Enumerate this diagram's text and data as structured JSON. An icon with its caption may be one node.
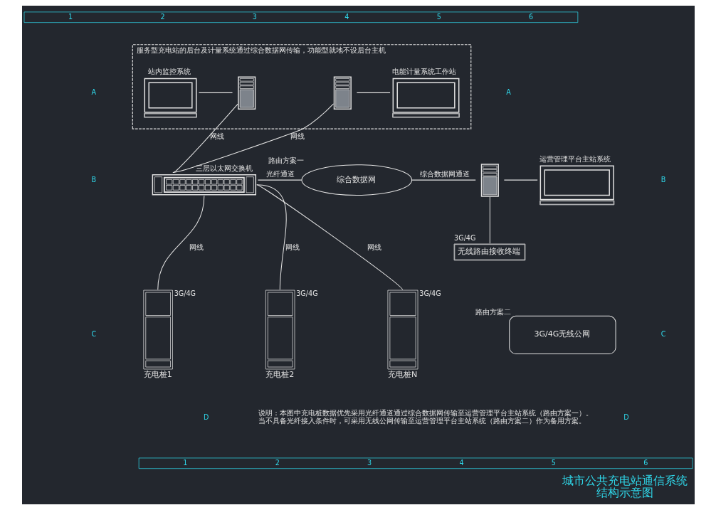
{
  "diagram": {
    "title": "城市公共充电站通信系统结构示意图",
    "nodes": [
      {
        "text": [
          "服务型充电站的后台及计量系统通过综合数据网传输，功能型就地不设后台主机"
        ]
      },
      {
        "text": [
          "站内监控系统"
        ],
        "in": 0
      },
      {
        "text": [],
        "shape": "picture",
        "in": 0
      },
      {
        "text": [],
        "shape": "picture",
        "in": 0
      },
      {
        "text": [
          "电能计量系统工作站"
        ],
        "in": 0
      },
      {
        "text": [
          "三层以太网交换机"
        ]
      },
      {
        "text": [
          "综合数据网"
        ],
        "beside": [
          "路由方案一"
        ]
      },
      {
        "text": [],
        "shape": "picture"
      },
      {
        "text": [
          "运营管理平台主站系统"
        ]
      },
      {
        "text": [
          "无线路由接收终端"
        ],
        "beside": [
          "3G/4G"
        ]
      },
      {
        "text": [
          "3G/4G无线公网"
        ],
        "beside": [
          "路由方案二"
        ]
      },
      {
        "text": [
          "充电桩1"
        ],
        "beside": [
          "3G/4G"
        ]
      },
      {
        "text": [
          "充电桩2"
        ],
        "beside": [
          "3G/4G"
        ]
      },
      {
        "text": [
          "充电桩N"
        ],
        "beside": [
          "3G/4G"
        ]
      }
    ],
    "edges": [
      {
        "from": 1,
        "to": 2,
        "arrow": "none"
      },
      {
        "from": 3,
        "to": 4,
        "arrow": "none"
      },
      {
        "from": 2,
        "to": 5,
        "arrow": "none",
        "label": "网线"
      },
      {
        "from": 3,
        "to": 5,
        "arrow": "none",
        "label": "网线"
      },
      {
        "from": 5,
        "to": 6,
        "arrow": "none",
        "label": "光纤通道"
      },
      {
        "from": 6,
        "to": 7,
        "arrow": "none",
        "label": "综合数据网通道"
      },
      {
        "from": 7,
        "to": 8,
        "arrow": "none"
      },
      {
        "from": 7,
        "to": 9,
        "arrow": "none"
      },
      {
        "from": 5,
        "to": 11,
        "arrow": "none",
        "label": "网线"
      },
      {
        "from": 5,
        "to": 12,
        "arrow": "none",
        "label": "网线"
      },
      {
        "from": 5,
        "to": 13,
        "arrow": "none",
        "label": "网线"
      }
    ],
    "labels": [
      "1",
      "2",
      "3",
      "4",
      "5",
      "6",
      "A",
      "A",
      "B",
      "B",
      "C",
      "C",
      "D",
      "D",
      "说明：本图中充电桩数据优先采用光纤通道通过综合数据网传输至运营管理平台主站系统（路由方案一）。当不具备光纤接入条件时，可采用无线公网传输至运营管理平台主站系统（路由方案二）作为备用方案。",
      "1",
      "2",
      "3",
      "4",
      "5",
      "6"
    ]
  }
}
